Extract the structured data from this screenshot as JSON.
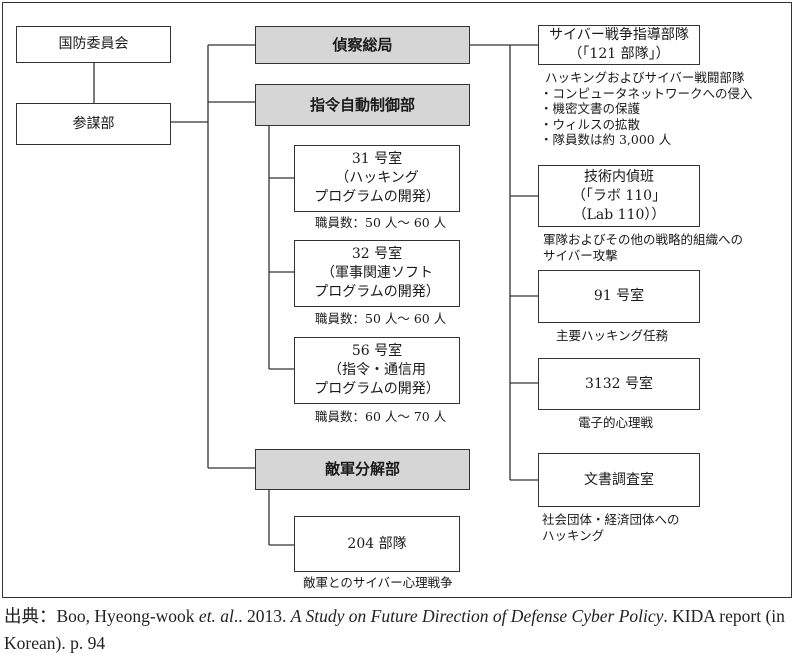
{
  "left": {
    "top_box": "国防委員会",
    "bottom_box": "参謀部"
  },
  "middle": {
    "reconnaissance": "偵察総局",
    "automation": "指令自動制御部",
    "room31": {
      "lines": [
        "31 号室",
        "（ハッキング",
        "プログラムの開発）"
      ],
      "staff": "職員数：50 人〜 60 人"
    },
    "room32": {
      "lines": [
        "32 号室",
        "（軍事関連ソフト",
        "プログラムの開発）"
      ],
      "staff": "職員数：50 人〜 60 人"
    },
    "room56": {
      "lines": [
        "56 号室",
        "（指令・通信用",
        "プログラムの開発）"
      ],
      "staff": "職員数：60 人〜 70 人"
    },
    "enemy_analysis": "敵軍分解部",
    "unit204": {
      "label": "204 部隊",
      "note": "敵軍とのサイバー心理戦争"
    }
  },
  "right": {
    "unit121": {
      "lines": [
        "サイバー戦争指導部隊",
        "（「121 部隊」）"
      ],
      "note_title": "ハッキングおよびサイバー戦闘部隊",
      "bullets": [
        "・コンピュータネットワークへの侵入",
        "・機密文書の保護",
        "・ウィルスの拡散",
        "・隊員数は約 3,000 人"
      ]
    },
    "lab110": {
      "lines": [
        "技術内偵班",
        "（「ラボ 110」",
        "（Lab 110））"
      ],
      "note": [
        "軍隊およびその他の戦略的組織への",
        "サイバー攻撃"
      ]
    },
    "room91": {
      "label": "91 号室",
      "note": "主要ハッキング任務"
    },
    "room3132": {
      "label": "3132 号室",
      "note": "電子的心理戦"
    },
    "docs": {
      "label": "文書調査室",
      "note": [
        "社会団体・経済団体への",
        "ハッキング"
      ]
    }
  },
  "source": {
    "prefix": "出典：Boo, Hyeong-wook ",
    "etal": "et. al",
    "mid": ".. 2013. ",
    "title": "A Study on Future Direction of Defense Cyber Policy",
    "suffix": ". KIDA report (in Korean). p. 94"
  }
}
